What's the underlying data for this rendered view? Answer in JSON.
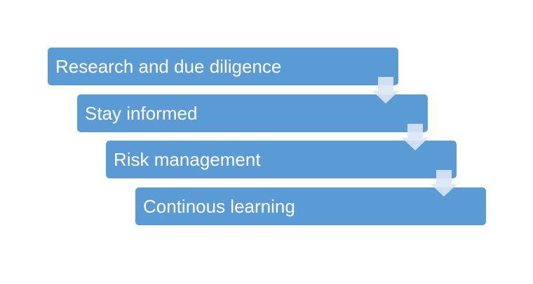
{
  "steps": [
    {
      "label": "Research and due diligence"
    },
    {
      "label": "Stay informed"
    },
    {
      "label": "Risk management"
    },
    {
      "label": "Continous learning"
    }
  ],
  "colors": {
    "box": "#5b9bd5",
    "arrow": "#d3e0f1"
  }
}
